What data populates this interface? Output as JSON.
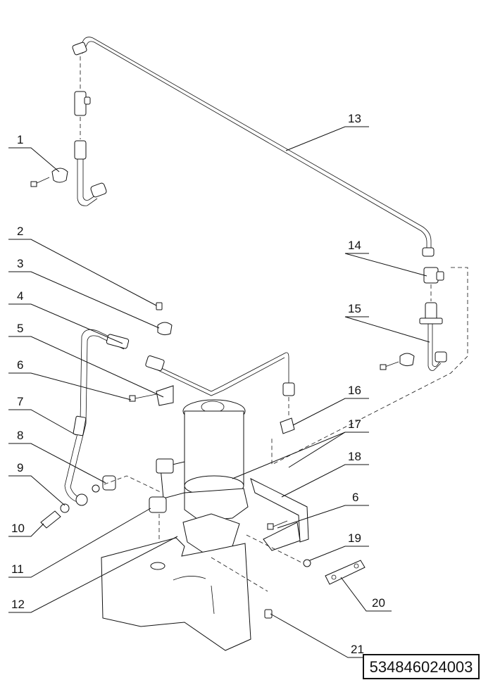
{
  "callouts": [
    {
      "id": "c1",
      "label": "1"
    },
    {
      "id": "c2",
      "label": "2"
    },
    {
      "id": "c3",
      "label": "3"
    },
    {
      "id": "c4",
      "label": "4"
    },
    {
      "id": "c5",
      "label": "5"
    },
    {
      "id": "c6a",
      "label": "6"
    },
    {
      "id": "c7",
      "label": "7"
    },
    {
      "id": "c8",
      "label": "8"
    },
    {
      "id": "c9",
      "label": "9"
    },
    {
      "id": "c10",
      "label": "10"
    },
    {
      "id": "c11",
      "label": "11"
    },
    {
      "id": "c12",
      "label": "12"
    },
    {
      "id": "c13",
      "label": "13"
    },
    {
      "id": "c14",
      "label": "14"
    },
    {
      "id": "c15",
      "label": "15"
    },
    {
      "id": "c16",
      "label": "16"
    },
    {
      "id": "c17",
      "label": "17"
    },
    {
      "id": "c18",
      "label": "18"
    },
    {
      "id": "c6b",
      "label": "6"
    },
    {
      "id": "c19",
      "label": "19"
    },
    {
      "id": "c20",
      "label": "20"
    },
    {
      "id": "c21",
      "label": "21"
    }
  ],
  "drawing_number": "534846024003"
}
